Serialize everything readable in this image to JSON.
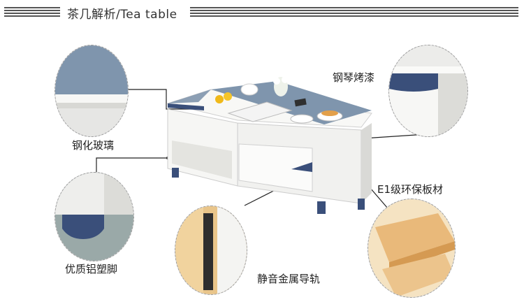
{
  "header": {
    "title": "茶几解析/Tea table"
  },
  "callouts": {
    "glass": "钢化玻璃",
    "paint": "钢琴烤漆",
    "board": "E1级环保板材",
    "legs": "优质铝塑脚",
    "rail": "静音金属导轨"
  },
  "colors": {
    "tabletop_blue": "#7f95ad",
    "body_white": "#f3f3f1",
    "leg_navy": "#3a4f7a",
    "wood": "#e9c58a"
  }
}
